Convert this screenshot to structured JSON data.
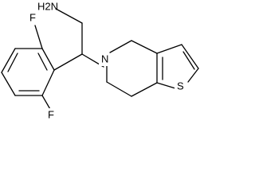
{
  "molecule": {
    "atoms": {
      "amine": "H2N",
      "fluorine_top": "F",
      "fluorine_bottom": "F",
      "ring_nitrogen": "N",
      "sulfur": "S"
    }
  }
}
